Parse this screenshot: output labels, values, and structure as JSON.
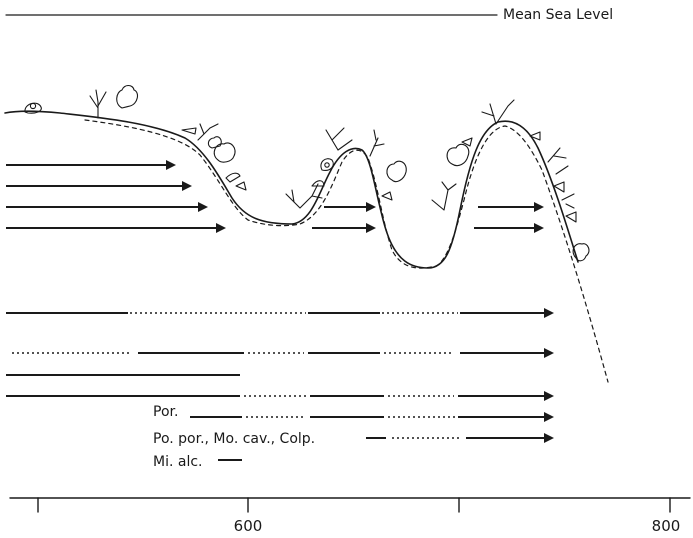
{
  "sea_level_label": "Mean Sea Level",
  "axis": {
    "tick_labels": [
      "600",
      "800"
    ]
  },
  "taxa_labels": [
    "Por.",
    "Po. por., Mo. cav., Colp.",
    "Mi. alc."
  ],
  "colors": {
    "ink": "#1a1a1a",
    "background": "#ffffff"
  }
}
